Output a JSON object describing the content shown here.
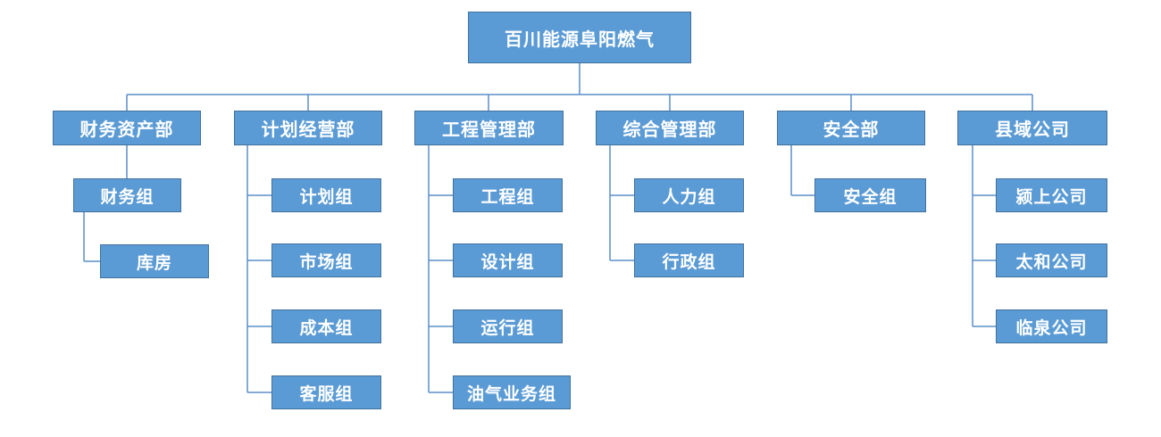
{
  "root": {
    "label": "百川能源阜阳燃气"
  },
  "departments": [
    {
      "label": "财务资产部",
      "groups": [
        {
          "label": "财务组",
          "sub": [
            {
              "label": "库房"
            }
          ]
        }
      ]
    },
    {
      "label": "计划经营部",
      "groups": [
        {
          "label": "计划组"
        },
        {
          "label": "市场组"
        },
        {
          "label": "成本组"
        },
        {
          "label": "客服组"
        }
      ]
    },
    {
      "label": "工程管理部",
      "groups": [
        {
          "label": "工程组"
        },
        {
          "label": "设计组"
        },
        {
          "label": "运行组"
        },
        {
          "label": "油气业务组"
        }
      ]
    },
    {
      "label": "综合管理部",
      "groups": [
        {
          "label": "人力组"
        },
        {
          "label": "行政组"
        }
      ]
    },
    {
      "label": "安全部",
      "groups": [
        {
          "label": "安全组"
        }
      ]
    },
    {
      "label": "县域公司",
      "groups": [
        {
          "label": "颍上公司"
        },
        {
          "label": "太和公司"
        },
        {
          "label": "临泉公司"
        }
      ]
    }
  ],
  "colors": {
    "node_fill": "#5B9BD5",
    "node_border": "#41719C",
    "connector": "#5B8FC9",
    "text": "#FFFFFF"
  }
}
